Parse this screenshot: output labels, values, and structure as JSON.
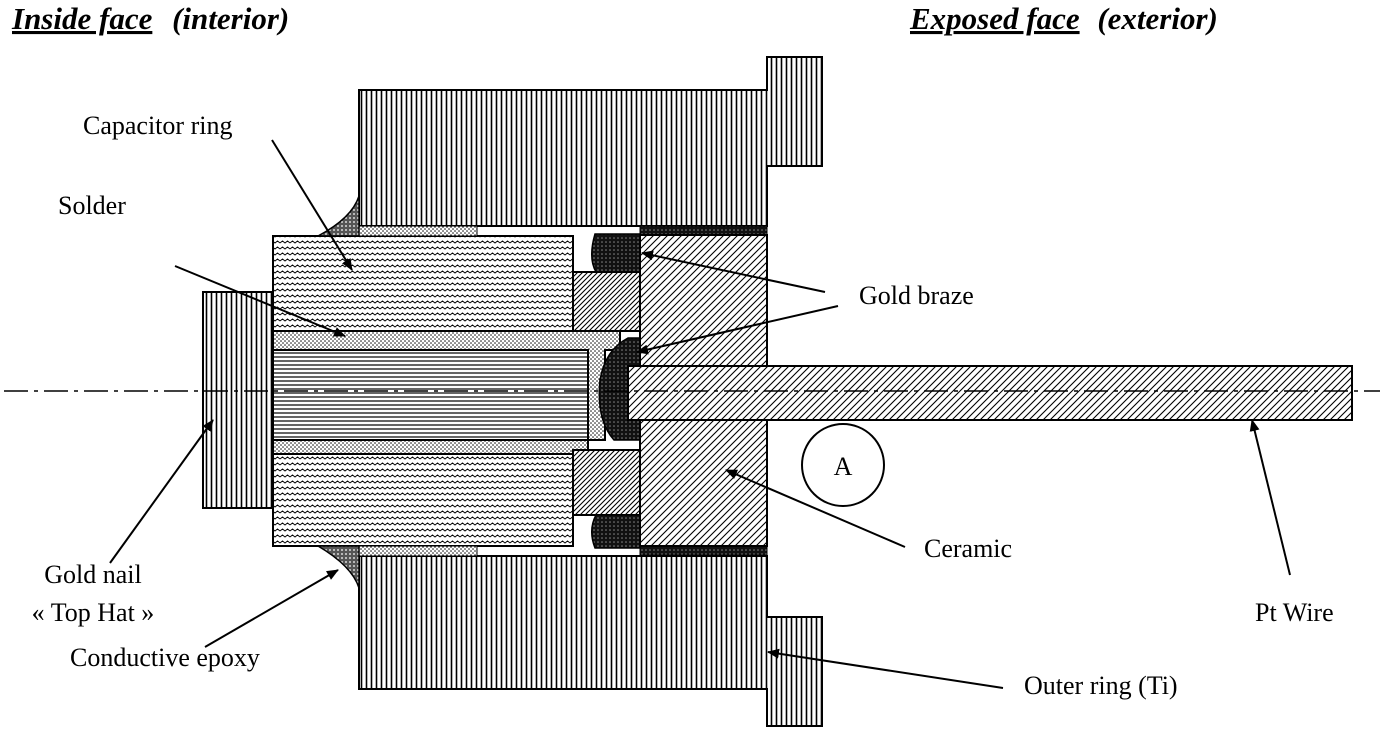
{
  "header": {
    "left_title": "Inside face",
    "left_subtitle": "(interior)",
    "right_title": "Exposed face",
    "right_subtitle": "(exterior)"
  },
  "labels": {
    "capacitor_ring": "Capacitor ring",
    "solder": "Solder",
    "gold_braze": "Gold braze",
    "ceramic": "Ceramic",
    "gold_nail_line1": "Gold nail",
    "gold_nail_line2": "« Top Hat »",
    "conductive_epoxy": "Conductive epoxy",
    "outer_ring": "Outer ring (Ti)",
    "pt_wire": "Pt Wire",
    "detail_marker": "A"
  }
}
